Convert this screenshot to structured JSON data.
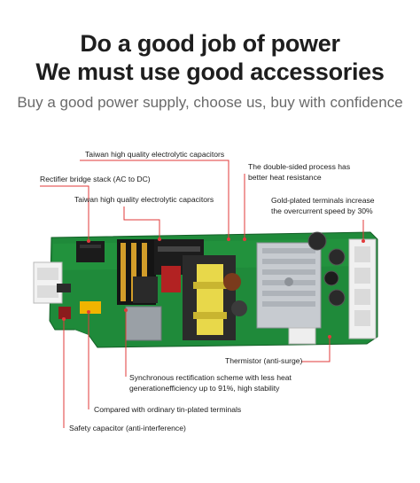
{
  "headline": {
    "line1": "Do a good job of power",
    "line2": "We must use good accessories",
    "subtitle": "Buy a good power supply, choose us, buy with confidence"
  },
  "callouts": {
    "capacitors_top": "Taiwan high quality electrolytic capacitors",
    "rectifier": "Rectifier bridge stack (AC to DC)",
    "capacitors_mid": "Taiwan high quality electrolytic capacitors",
    "double_sided_1": "The double-sided process has",
    "double_sided_2": "better heat resistance",
    "gold_1": "Gold-plated terminals increase",
    "gold_2": "the overcurrent speed by 30%",
    "thermistor": "Thermistor (anti-surge)",
    "sync_1": "Synchronous rectification scheme with less heat",
    "sync_2": "generationefficiency up to 91%, high stability",
    "tin": "Compared with ordinary tin-plated terminals",
    "safety": "Safety capacitor (anti-interference)"
  },
  "colors": {
    "pcb": "#1f8a3a",
    "callout_line": "#e23a3a"
  }
}
